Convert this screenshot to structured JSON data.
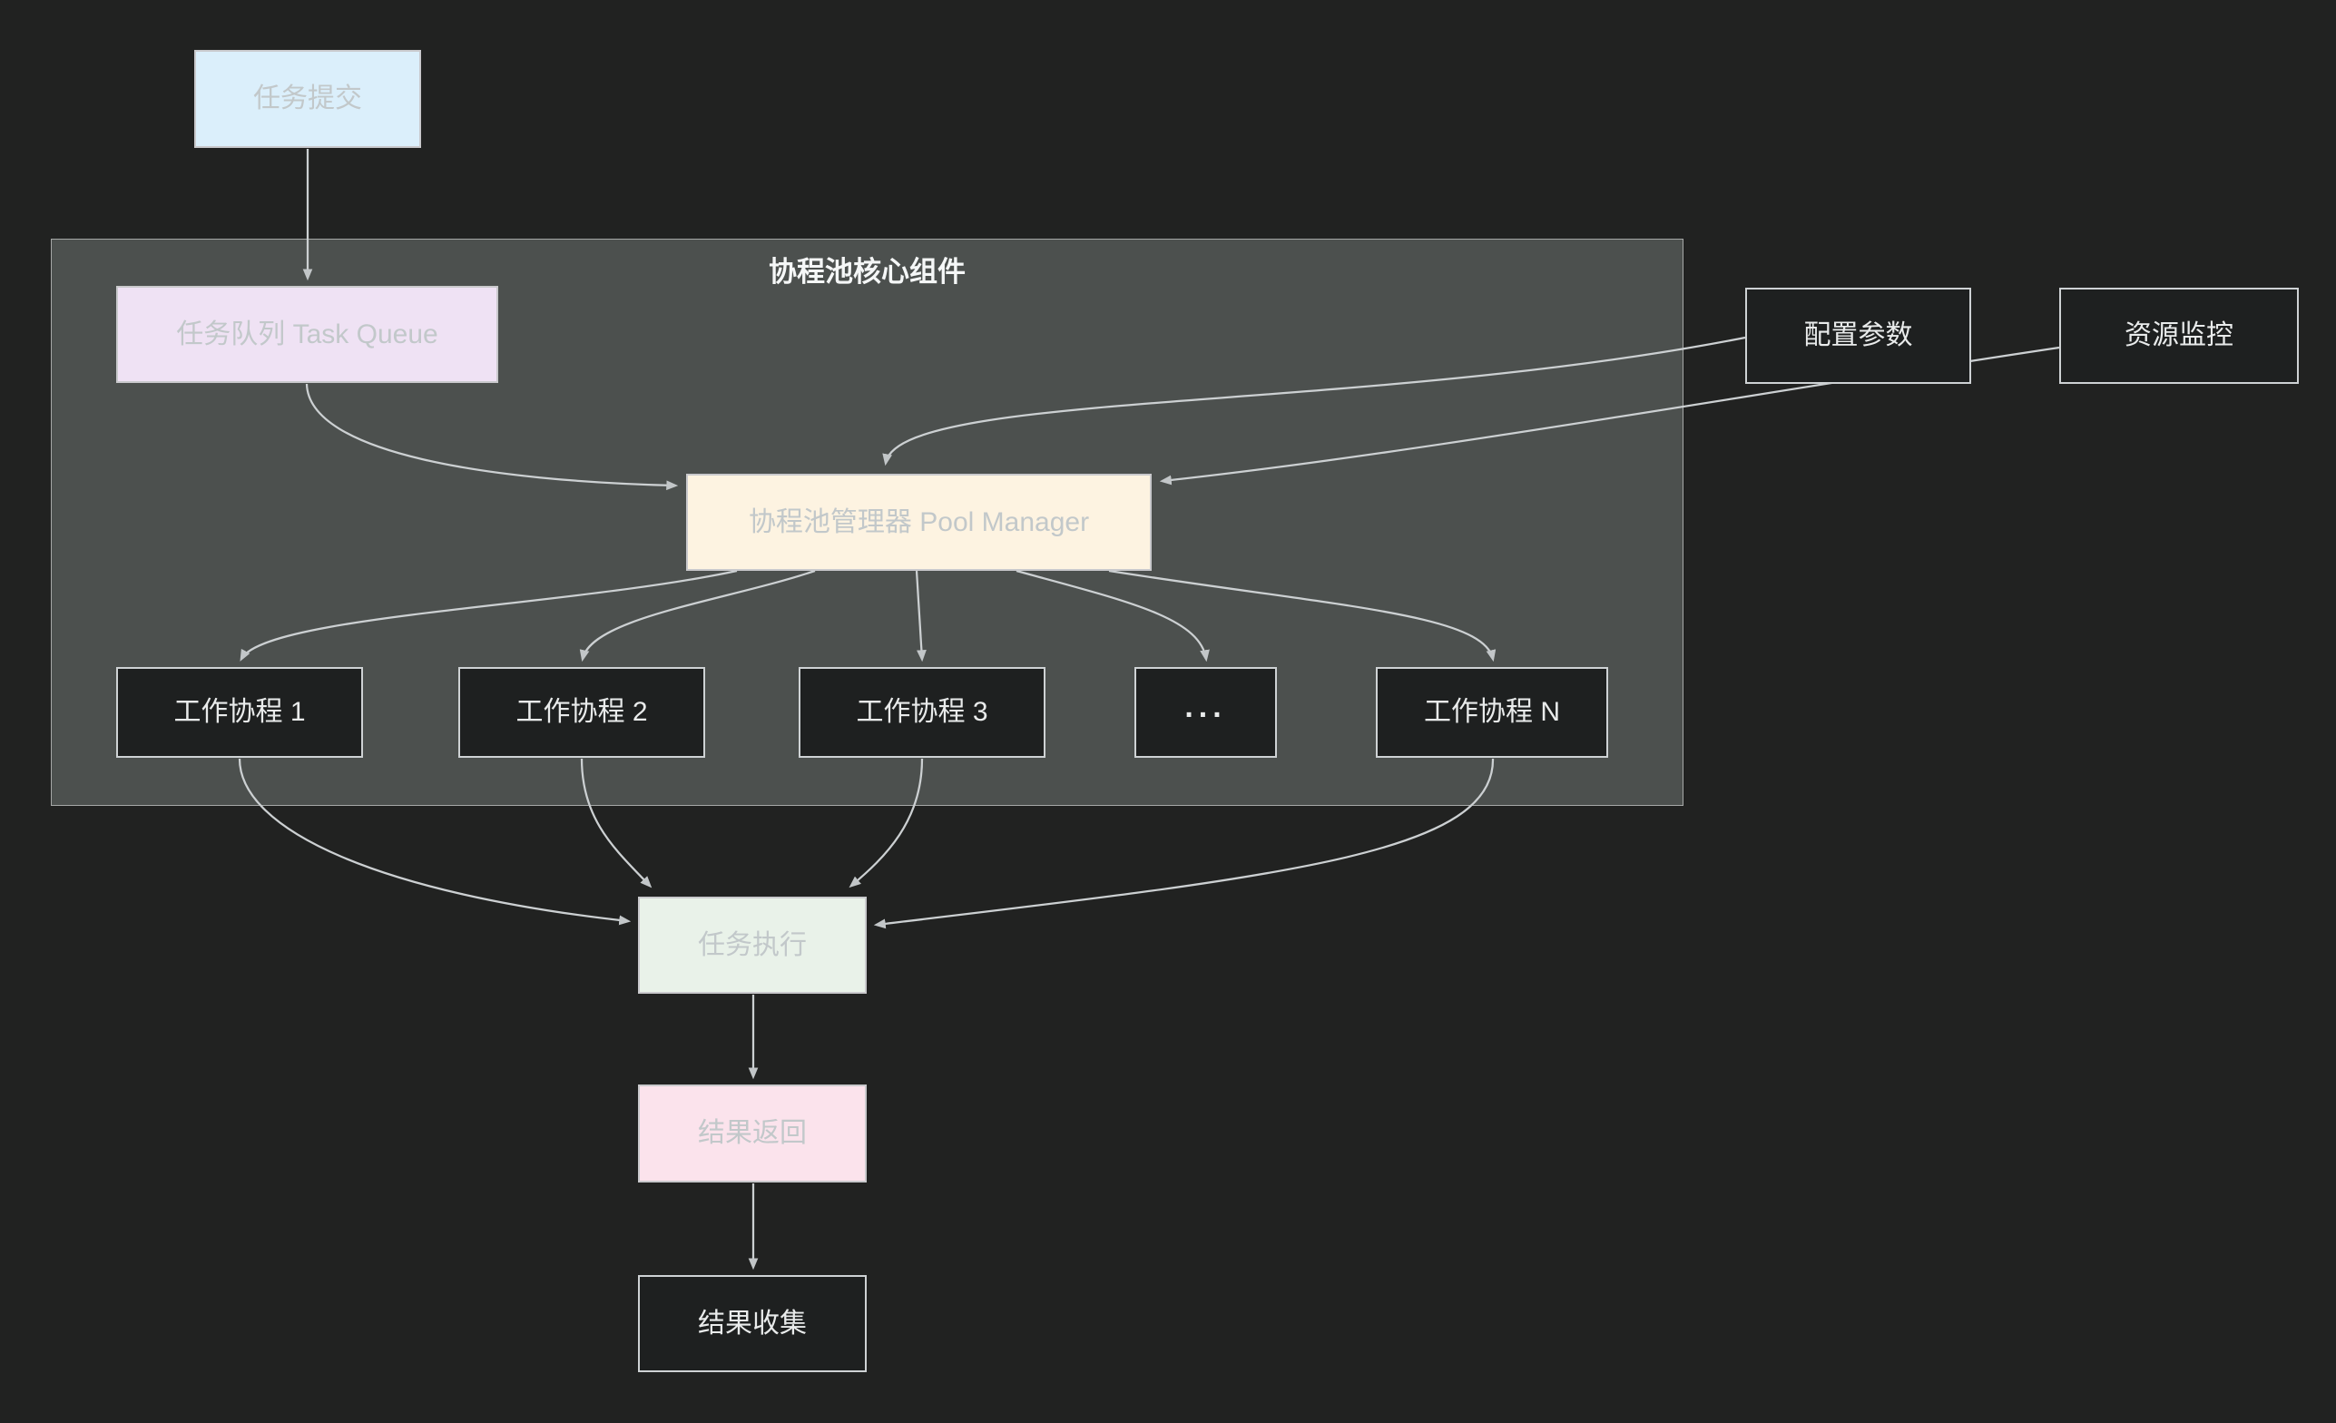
{
  "colors": {
    "background": "#212221",
    "cluster_fill": "#4c504e",
    "cluster_border": "rgba(255,255,255,0.5)",
    "cluster_title_color": "#f5f7f7",
    "edge_stroke": "#ccd0d2",
    "arrow_fill": "#c2c6c8",
    "pastel_border": "#c9c9cc",
    "pastel_text": "#c2c8ca",
    "dark_fill": "#1e2020",
    "dark_border": "#ced2d4",
    "dark_text": "#e9ebeb"
  },
  "cluster": {
    "title": "协程池核心组件"
  },
  "nodes": {
    "task_submit": {
      "label": "任务提交",
      "fill": "#dbeffb"
    },
    "task_queue": {
      "label": "任务队列 Task Queue",
      "fill": "#efe2f4"
    },
    "pool_manager": {
      "label": "协程池管理器 Pool Manager",
      "fill": "#fdf3e1"
    },
    "worker_1": {
      "label": "工作协程 1"
    },
    "worker_2": {
      "label": "工作协程 2"
    },
    "worker_3": {
      "label": "工作协程 3"
    },
    "worker_dots": {
      "label": "..."
    },
    "worker_n": {
      "label": "工作协程 N"
    },
    "config_params": {
      "label": "配置参数"
    },
    "resource_monitor": {
      "label": "资源监控"
    },
    "task_exec": {
      "label": "任务执行",
      "fill": "#e9f2e9"
    },
    "result_return": {
      "label": "结果返回",
      "fill": "#fbe3ec"
    },
    "result_collect": {
      "label": "结果收集"
    }
  },
  "edges": [
    {
      "from": "task_submit",
      "to": "task_queue"
    },
    {
      "from": "task_queue",
      "to": "pool_manager"
    },
    {
      "from": "config_params",
      "to": "pool_manager"
    },
    {
      "from": "resource_monitor",
      "to": "pool_manager"
    },
    {
      "from": "pool_manager",
      "to": "worker_1"
    },
    {
      "from": "pool_manager",
      "to": "worker_2"
    },
    {
      "from": "pool_manager",
      "to": "worker_3"
    },
    {
      "from": "pool_manager",
      "to": "worker_dots"
    },
    {
      "from": "pool_manager",
      "to": "worker_n"
    },
    {
      "from": "worker_1",
      "to": "task_exec"
    },
    {
      "from": "worker_2",
      "to": "task_exec"
    },
    {
      "from": "worker_3",
      "to": "task_exec"
    },
    {
      "from": "worker_n",
      "to": "task_exec"
    },
    {
      "from": "task_exec",
      "to": "result_return"
    },
    {
      "from": "result_return",
      "to": "result_collect"
    }
  ]
}
